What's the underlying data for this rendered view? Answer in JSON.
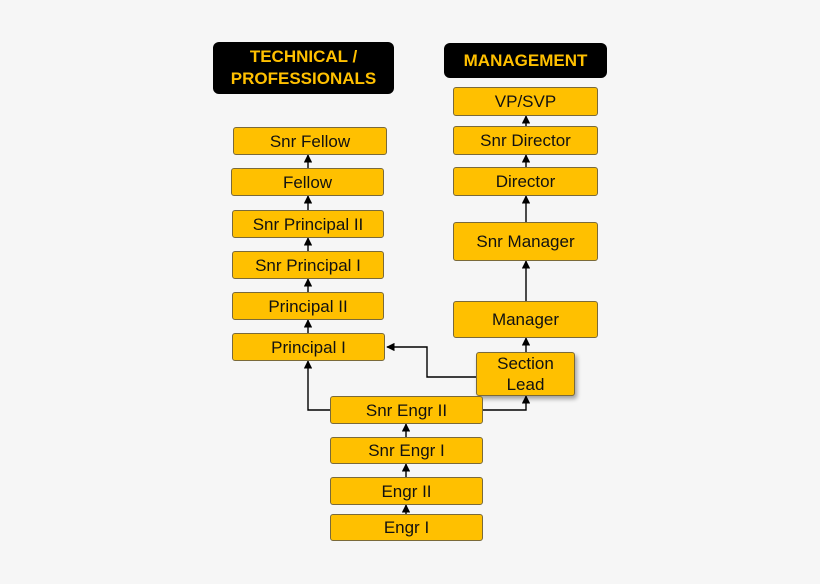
{
  "headers": {
    "technical": "TECHNICAL /\nPROFESSIONALS",
    "management": "MANAGEMENT"
  },
  "technical_track": [
    "Snr Fellow",
    "Fellow",
    "Snr Principal II",
    "Snr Principal I",
    "Principal II",
    "Principal I"
  ],
  "management_track": [
    "VP/SVP",
    "Snr Director",
    "Director",
    "Snr Manager",
    "Manager"
  ],
  "section_lead": "Section\nLead",
  "engineer_track": [
    "Snr Engr II",
    "Snr Engr I",
    "Engr II",
    "Engr I"
  ],
  "colors": {
    "box_fill": "#ffc000",
    "header_fill": "#000000",
    "header_text": "#ffc000"
  }
}
